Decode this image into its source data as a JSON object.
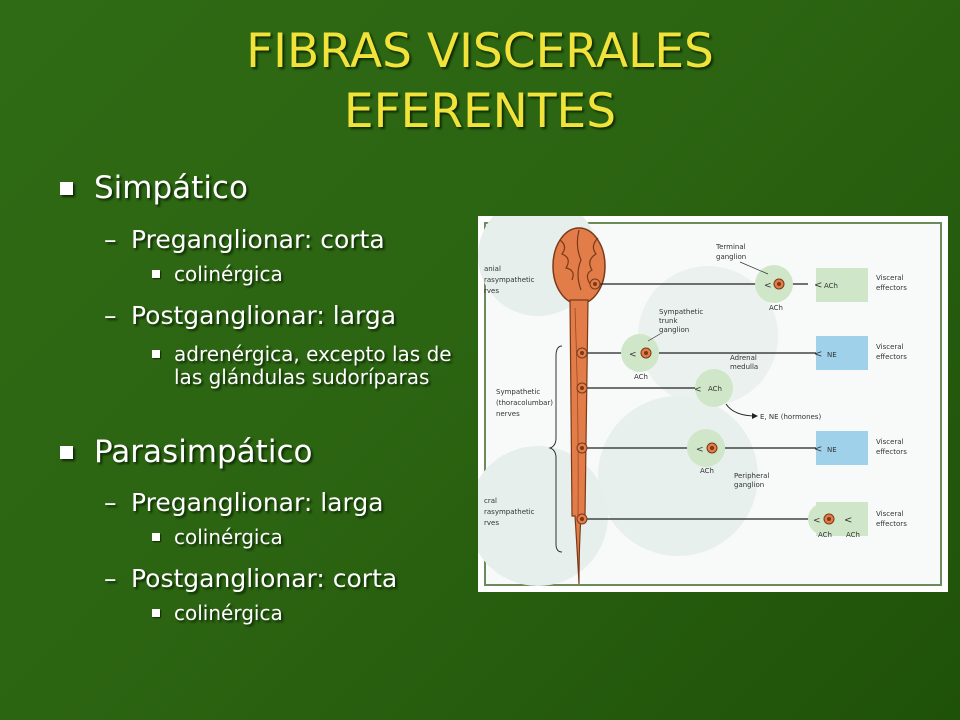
{
  "title": {
    "line1": "FIBRAS VISCERALES",
    "line2": "EFERENTES"
  },
  "sections": [
    {
      "heading": "Simpático",
      "items": [
        {
          "label": "Preganglionar: corta",
          "detail": "colinérgica"
        },
        {
          "label": "Postganglionar: larga",
          "detail": "adrenérgica, excepto las de las glándulas sudoríparas"
        }
      ]
    },
    {
      "heading": "Parasimpático",
      "items": [
        {
          "label": "Preganglionar: larga",
          "detail": "colinérgica"
        },
        {
          "label": "Postganglionar: corta",
          "detail": "colinérgica"
        }
      ]
    }
  ],
  "diagram": {
    "left_labels": {
      "cranial": [
        "anial",
        "rasympathetic",
        "rves"
      ],
      "sympathetic": [
        "Sympathetic",
        "(thoracolumbar)",
        "nerves"
      ],
      "sacral": [
        "cral",
        "rasympathetic",
        "rves"
      ]
    },
    "annotations": {
      "terminal_ganglion": [
        "Terminal",
        "ganglion"
      ],
      "sympathetic_trunk": [
        "Sympathetic",
        "trunk",
        "ganglion"
      ],
      "adrenal_medulla": [
        "Adrenal",
        "medulla"
      ],
      "hormones": "E, NE (hormones)",
      "peripheral_ganglion": [
        "Peripheral",
        "ganglion"
      ]
    },
    "effector_label": [
      "Visceral",
      "effectors"
    ],
    "transmitters": {
      "ach": "ACh",
      "ne": "NE"
    },
    "colors": {
      "green": "#cfe6c8",
      "blue": "#9fd2ea",
      "orange": "#e07a3c",
      "brain": "#e27c49"
    }
  }
}
